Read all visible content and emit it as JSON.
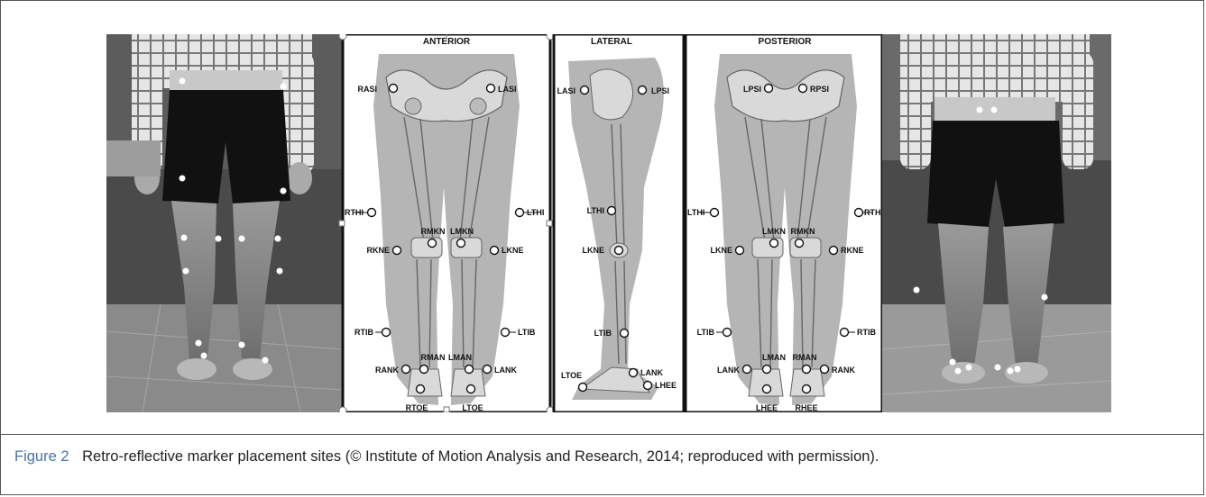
{
  "figure": {
    "panels": {
      "anterior_title": "ANTERIOR",
      "lateral_title": "LATERAL",
      "posterior_title": "POSTERIOR"
    },
    "anterior_labels": {
      "rasi": "RASI",
      "lasi": "LASI",
      "rthi": "RTHI",
      "lthi": "LTHI",
      "rmkn": "RMKN",
      "lmkn": "LMKN",
      "rkne": "RKNE",
      "lkne": "LKNE",
      "rtib": "RTIB",
      "ltib": "LTIB",
      "rman": "RMAN",
      "lman": "LMAN",
      "rank": "RANK",
      "lank": "LANK",
      "rtoe": "RTOE",
      "ltoe": "LTOE"
    },
    "lateral_labels": {
      "lasi": "LASI",
      "lpsi": "LPSI",
      "lthi": "LTHI",
      "lkne": "LKNE",
      "ltib": "LTIB",
      "ltoe": "LTOE",
      "lank": "LANK",
      "lhee": "LHEE"
    },
    "posterior_labels": {
      "lpsi": "LPSI",
      "rpsi": "RPSI",
      "lthi": "LTHI",
      "rthi": "RTH",
      "lmkn": "LMKN",
      "rmkn": "RMKN",
      "lkne": "LKNE",
      "rkne": "RKNE",
      "ltib": "LTIB",
      "rtib": "RTIB",
      "lman": "LMAN",
      "rman": "RMAN",
      "lank": "LANK",
      "rank": "RANK",
      "lhee": "LHEE",
      "rhee": "RHEE"
    }
  },
  "caption": {
    "label": "Figure 2",
    "text": "Retro-reflective marker placement sites (© Institute of Motion Analysis and Research, 2014; reproduced with permission)."
  }
}
